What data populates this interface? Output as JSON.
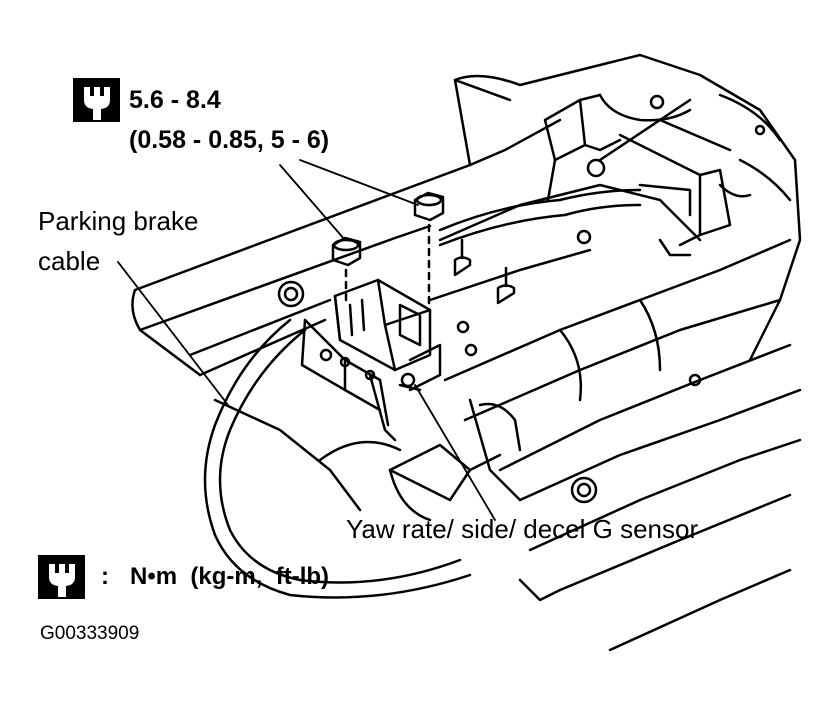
{
  "torque_spec": {
    "value_nm": "5.6 - 8.4",
    "value_alt": "(0.58 - 0.85, 5 - 6)",
    "icon": "torque-wrench-icon"
  },
  "callouts": {
    "parking_brake_line1": "Parking brake",
    "parking_brake_line2": "cable",
    "sensor": "Yaw rate/ side/ decel G sensor"
  },
  "legend": {
    "icon": "torque-wrench-icon",
    "separator": ":",
    "units": "N•m  (kg-m,  ft-lb)"
  },
  "figure_id": "G00333909"
}
